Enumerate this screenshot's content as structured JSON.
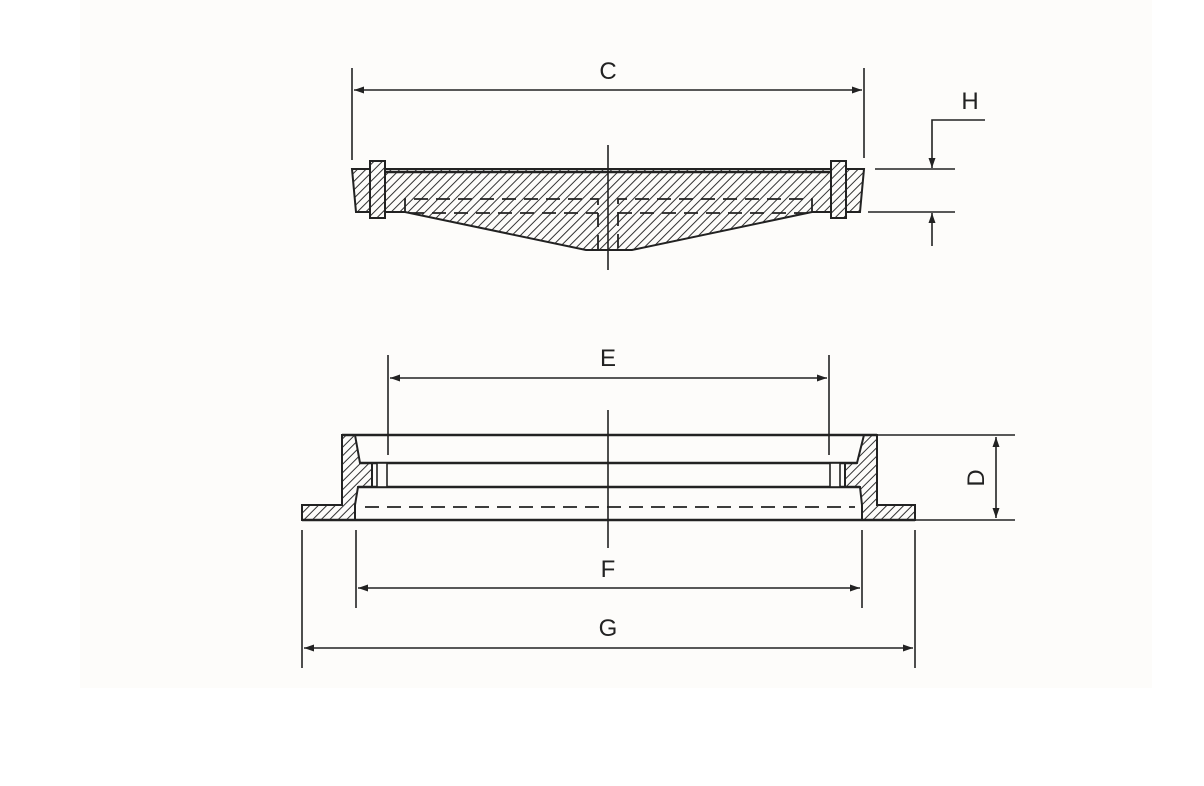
{
  "diagram": {
    "labels": {
      "C": "C",
      "H": "H",
      "E": "E",
      "D": "D",
      "F": "F",
      "G": "G"
    }
  }
}
